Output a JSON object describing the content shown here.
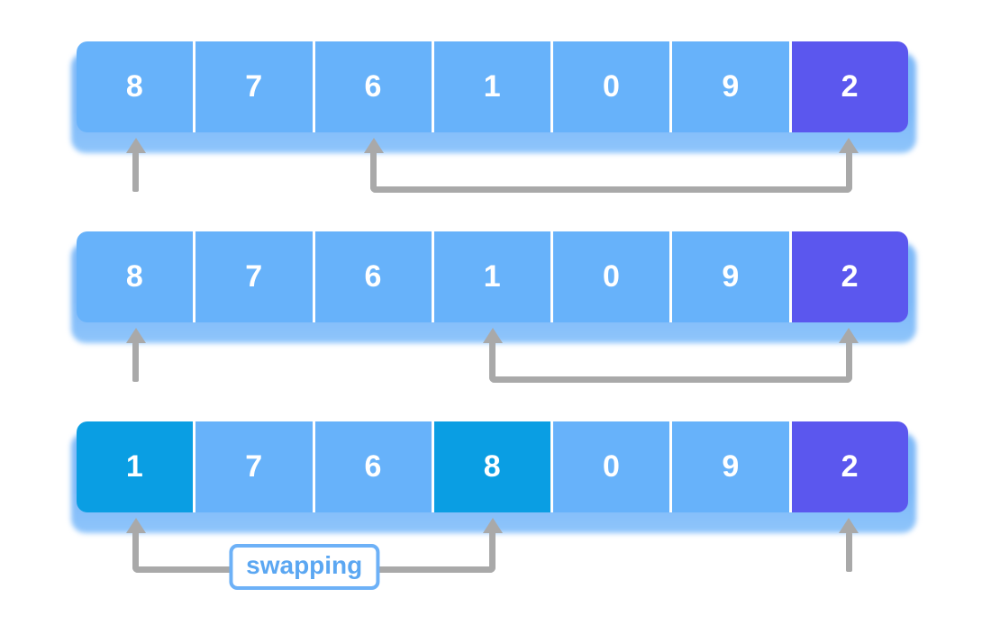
{
  "colors": {
    "cell_default": "#67b2fa",
    "cell_pivot": "#5b57ee",
    "cell_swap": "#0a9ee3",
    "cell_text": "#ffffff",
    "tray": "#7db9f8",
    "arrow": "#a9a9a9",
    "label_text": "#5ba7f2",
    "label_border": "#6db1f7"
  },
  "steps": [
    {
      "name": "step-1",
      "cells": [
        {
          "value": "8",
          "variant": "default"
        },
        {
          "value": "7",
          "variant": "default"
        },
        {
          "value": "6",
          "variant": "default"
        },
        {
          "value": "1",
          "variant": "default"
        },
        {
          "value": "0",
          "variant": "default"
        },
        {
          "value": "9",
          "variant": "default"
        },
        {
          "value": "2",
          "variant": "pivot"
        }
      ],
      "pointers": [
        0
      ],
      "bracket": {
        "from": 2,
        "to": 6,
        "label": null
      }
    },
    {
      "name": "step-2",
      "cells": [
        {
          "value": "8",
          "variant": "default"
        },
        {
          "value": "7",
          "variant": "default"
        },
        {
          "value": "6",
          "variant": "default"
        },
        {
          "value": "1",
          "variant": "default"
        },
        {
          "value": "0",
          "variant": "default"
        },
        {
          "value": "9",
          "variant": "default"
        },
        {
          "value": "2",
          "variant": "pivot"
        }
      ],
      "pointers": [
        0
      ],
      "bracket": {
        "from": 3,
        "to": 6,
        "label": null
      }
    },
    {
      "name": "step-3",
      "cells": [
        {
          "value": "1",
          "variant": "swap"
        },
        {
          "value": "7",
          "variant": "default"
        },
        {
          "value": "6",
          "variant": "default"
        },
        {
          "value": "8",
          "variant": "swap"
        },
        {
          "value": "0",
          "variant": "default"
        },
        {
          "value": "9",
          "variant": "default"
        },
        {
          "value": "2",
          "variant": "pivot"
        }
      ],
      "pointers": [
        6
      ],
      "bracket": {
        "from": 0,
        "to": 3,
        "label": "swapping"
      }
    }
  ]
}
